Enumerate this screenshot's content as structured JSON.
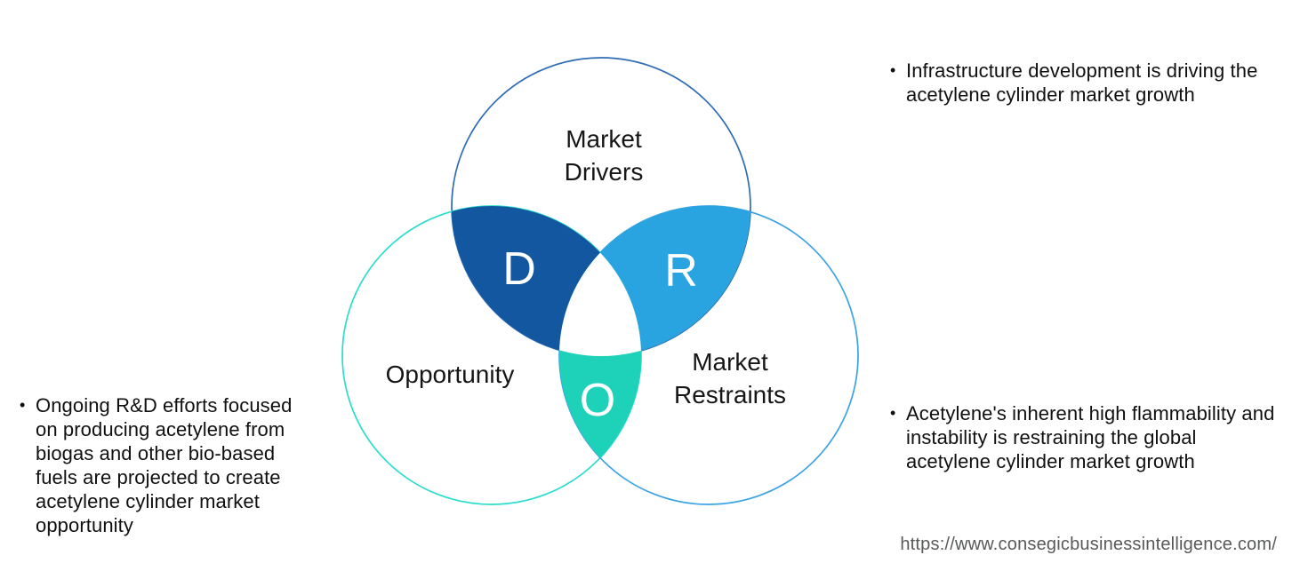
{
  "page": {
    "background": "#ffffff"
  },
  "glyphs": {
    "bullet": "•"
  },
  "venn": {
    "circles": {
      "drivers": {
        "label_line1": "Market",
        "label_line2": "Drivers",
        "stroke": "#2e6cb5"
      },
      "opportunity": {
        "label": "Opportunity",
        "stroke": "#2addcd"
      },
      "restraints": {
        "label_line1": "Market",
        "label_line2": "Restraints",
        "stroke": "#3ba3e3"
      }
    },
    "intersections": {
      "drivers_opportunity": {
        "letter": "D",
        "fill": "#12579f"
      },
      "drivers_restraints": {
        "letter": "R",
        "fill": "#29a4e0"
      },
      "opportunity_restraints": {
        "letter": "O",
        "fill": "#1dd2b8"
      }
    },
    "center_fill": "#ffffff"
  },
  "annotations": {
    "left": "Ongoing R&D efforts focused on producing acetylene from biogas and other bio-based fuels are projected to create acetylene cylinder market opportunity",
    "top_right": "Infrastructure development is driving the acetylene cylinder market growth",
    "bottom_right": "Acetylene's inherent high flammability and instability is restraining the global acetylene cylinder market growth"
  },
  "footer": {
    "source_url": "https://www.consegicbusinessintelligence.com/"
  }
}
